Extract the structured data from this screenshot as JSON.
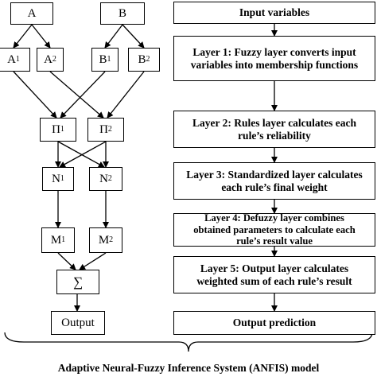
{
  "network": {
    "inputs": {
      "a": "A",
      "b": "B"
    },
    "membership": [
      {
        "base": "A",
        "sub": "1"
      },
      {
        "base": "A",
        "sub": "2"
      },
      {
        "base": "B",
        "sub": "1"
      },
      {
        "base": "B",
        "sub": "2"
      }
    ],
    "rules": [
      {
        "base": "Π",
        "sub": "1"
      },
      {
        "base": "Π",
        "sub": "2"
      }
    ],
    "normalized": [
      {
        "base": "N",
        "sub": "1"
      },
      {
        "base": "N",
        "sub": "2"
      }
    ],
    "defuzzy": [
      {
        "base": "M",
        "sub": "1"
      },
      {
        "base": "M",
        "sub": "2"
      }
    ],
    "sum_symbol": "∑",
    "output": "Output"
  },
  "steps": [
    "Input variables",
    "Layer 1: Fuzzy layer converts input\nvariables into membership functions",
    "Layer 2: Rules layer calculates each\nrule’s reliability",
    "Layer 3: Standardized layer calculates\neach rule’s final weight",
    "Layer 4: Defuzzy layer combines\nobtained parameters to calculate each\nrule’s result value",
    "Layer 5: Output layer calculates\nweighted sum of each rule’s result",
    "Output prediction"
  ],
  "caption": "Adaptive Neural-Fuzzy Inference System (ANFIS) model"
}
